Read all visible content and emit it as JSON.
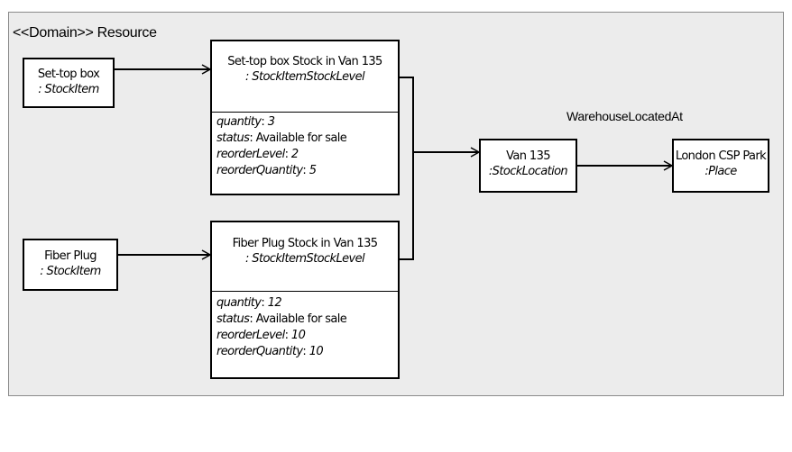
{
  "diagram": {
    "frame_title": "<<Domain>> Resource",
    "association_label": "WarehouseLocatedAt",
    "items": {
      "settop": {
        "name": "Set-top box",
        "type": ": StockItem"
      },
      "fiber": {
        "name": "Fiber Plug",
        "type": ": StockItem"
      }
    },
    "levels": {
      "settop": {
        "name": "Set-top box Stock in Van 135",
        "type": ": StockItemStockLevel",
        "attrs": [
          {
            "key": "quantity",
            "sep": ": ",
            "value": "3",
            "value_italic": true
          },
          {
            "key": "status",
            "sep": ": ",
            "value": "Available for sale",
            "value_italic": false
          },
          {
            "key": "reorderLevel",
            "sep": ": ",
            "value": "2",
            "value_italic": true
          },
          {
            "key": "reorderQuantity",
            "sep": ": ",
            "value": "5",
            "value_italic": true
          }
        ]
      },
      "fiber": {
        "name": "Fiber Plug Stock in Van 135",
        "type": ": StockItemStockLevel",
        "attrs": [
          {
            "key": "quantity",
            "sep": ": ",
            "value": "12",
            "value_italic": true
          },
          {
            "key": "status",
            "sep": ": ",
            "value": "Available for sale",
            "value_italic": false
          },
          {
            "key": "reorderLevel",
            "sep": ": ",
            "value": "10",
            "value_italic": true
          },
          {
            "key": "reorderQuantity",
            "sep": ": ",
            "value": "10",
            "value_italic": true
          }
        ]
      }
    },
    "location": {
      "name": "Van 135",
      "type": ":StockLocation"
    },
    "place": {
      "name": "London CSP Park",
      "type": ":Place"
    }
  }
}
